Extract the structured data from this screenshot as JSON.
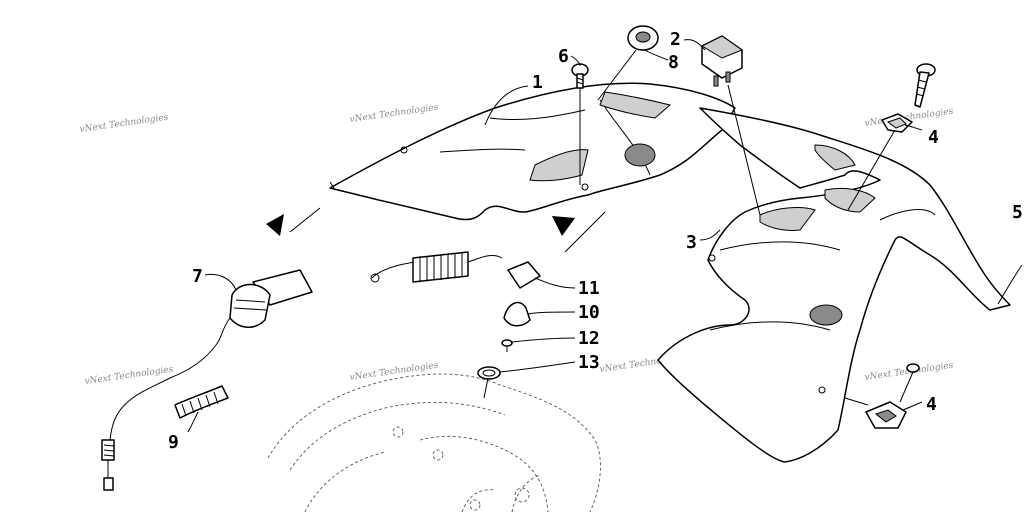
{
  "diagram": {
    "callouts": {
      "c1": "1",
      "c2": "2",
      "c3": "3",
      "c4a": "4",
      "c4b": "4",
      "c5": "5",
      "c6": "6",
      "c7": "7",
      "c8": "8",
      "c9": "9",
      "c10": "10",
      "c11": "11",
      "c12": "12",
      "c13": "13"
    },
    "watermark": "vNext Technologies"
  }
}
